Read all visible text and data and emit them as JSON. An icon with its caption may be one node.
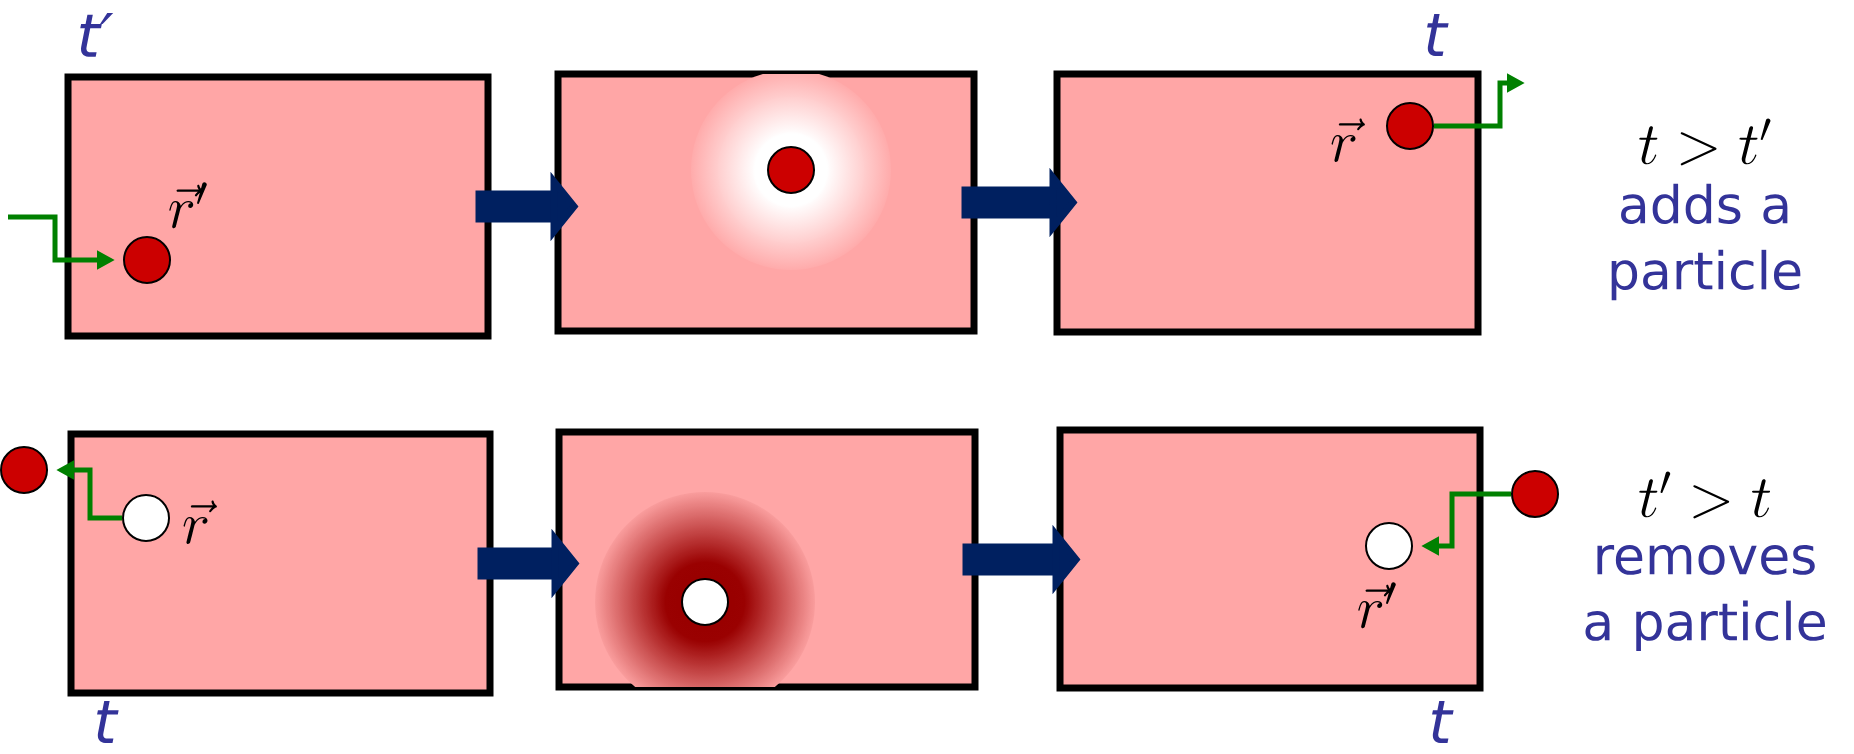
{
  "diagram": {
    "nodes": [
      {
        "text": [],
        "shape": "box",
        "beside": [
          "t′"
        ]
      },
      {
        "text": [],
        "shape": "circle",
        "in": 0
      },
      {
        "text": [],
        "shape": "box"
      },
      {
        "text": [],
        "shape": "circle",
        "in": 2
      },
      {
        "text": [],
        "shape": "box",
        "beside": [
          "t"
        ]
      },
      {
        "text": [],
        "shape": "circle",
        "in": 4
      },
      {
        "text": [],
        "shape": "box",
        "beside": [
          "t"
        ]
      },
      {
        "text": [],
        "shape": "circle",
        "in": 6
      },
      {
        "text": [],
        "shape": "circle"
      },
      {
        "text": [],
        "shape": "box"
      },
      {
        "text": [],
        "shape": "circle",
        "in": 9
      },
      {
        "text": [],
        "shape": "box",
        "beside": [
          "t"
        ]
      },
      {
        "text": [],
        "shape": "circle",
        "in": 11
      },
      {
        "text": [],
        "shape": "circle"
      }
    ],
    "edges": [
      {
        "from": 0,
        "to": 2,
        "arrow": "to",
        "style": "thick",
        "color": "#002060"
      },
      {
        "from": 2,
        "to": 4,
        "arrow": "to",
        "style": "thick",
        "color": "#002060"
      },
      {
        "from": 6,
        "to": 9,
        "arrow": "to",
        "style": "thick",
        "color": "#002060"
      },
      {
        "from": 9,
        "to": 11,
        "arrow": "to",
        "style": "thick",
        "color": "#002060"
      },
      {
        "from": null,
        "to": 1,
        "arrow": "to",
        "color": "#008000"
      },
      {
        "from": 5,
        "to": null,
        "arrow": "to",
        "color": "#008000"
      },
      {
        "from": 7,
        "to": 8,
        "arrow": "to",
        "color": "#008000"
      },
      {
        "from": 13,
        "to": 12,
        "arrow": "to",
        "color": "#008000"
      }
    ],
    "labels": [
      "\\vec{r}'",
      "\\vec{r}",
      "\\vec{r}",
      "\\vec{r}'",
      "t > t'",
      "adds a particle",
      "t' > t",
      "removes a particle"
    ]
  }
}
